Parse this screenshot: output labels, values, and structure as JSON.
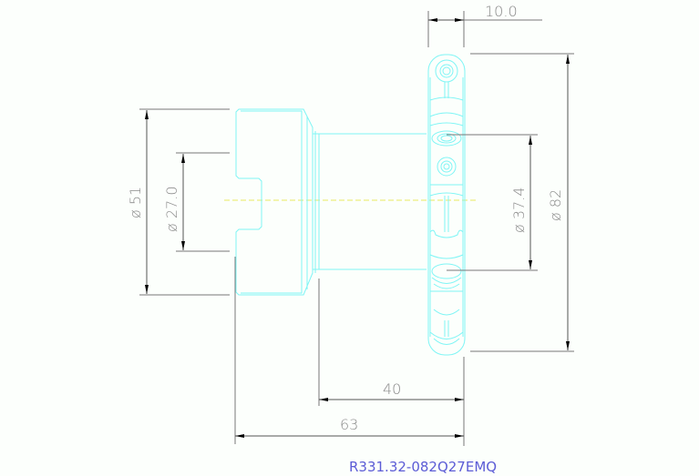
{
  "drawing": {
    "part_number": "R331.32-082Q27EMQ",
    "colors": {
      "geometry": "#7ff5f5",
      "dimension": "#888888",
      "centerline": "#e8e860",
      "title": "#5c5cd6",
      "background": "#fcfffc"
    },
    "dimensions": {
      "width_top": "10.0",
      "dia_body": "ø 51",
      "dia_bore": "ø 27.0",
      "dia_inner": "ø 37.4",
      "dia_cutter": "ø 82",
      "length_shoulder": "40",
      "length_total": "63"
    }
  }
}
